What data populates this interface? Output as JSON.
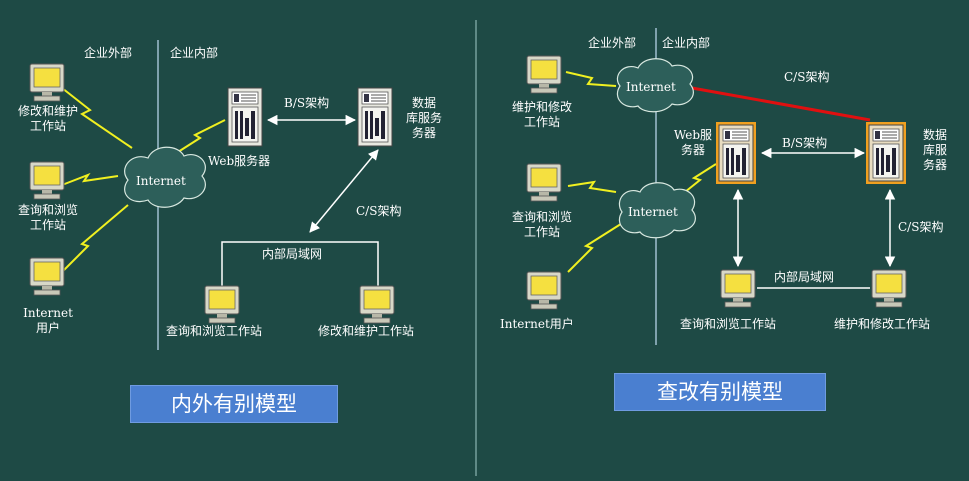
{
  "colors": {
    "background": "#1e4a45",
    "line_white": "#ffffff",
    "lightning_yellow": "#f0f020",
    "link_red": "#e01010",
    "title_box": "#4a7fd0",
    "monitor_screen": "#f5e040",
    "server_highlight_border": "#f0a020"
  },
  "left": {
    "outside_label": "企业外部",
    "inside_label": "企业内部",
    "internet": "Internet",
    "ws_modify": [
      "修改和维护",
      "工作站"
    ],
    "ws_query": [
      "查询和浏览",
      "工作站"
    ],
    "ws_internet": [
      "Internet",
      "用户"
    ],
    "web_server": "Web服务器",
    "db_server": [
      "数据",
      "库服务",
      "务器"
    ],
    "bs_label": "B/S架构",
    "cs_label": "C/S架构",
    "lan_label": "内部局域网",
    "lan_query": "查询和浏览工作站",
    "lan_modify": "修改和维护工作站",
    "title": "内外有别模型"
  },
  "right": {
    "outside_label": "企业外部",
    "inside_label": "企业内部",
    "internet_top": "Internet",
    "internet_mid": "Internet",
    "ws_maintain": [
      "维护和修改",
      "工作站"
    ],
    "ws_query": [
      "查询和浏览",
      "工作站"
    ],
    "ws_internet": "Internet用户",
    "web_server": [
      "Web服",
      "务器"
    ],
    "db_server": [
      "数据",
      "库服",
      "务器"
    ],
    "cs_top_label": "C/S架构",
    "bs_label": "B/S架构",
    "cs_label": "C/S架构",
    "lan_label": "内部局域网",
    "lan_query": "查询和浏览工作站",
    "lan_maintain": "维护和修改工作站",
    "title": "查改有别模型"
  }
}
